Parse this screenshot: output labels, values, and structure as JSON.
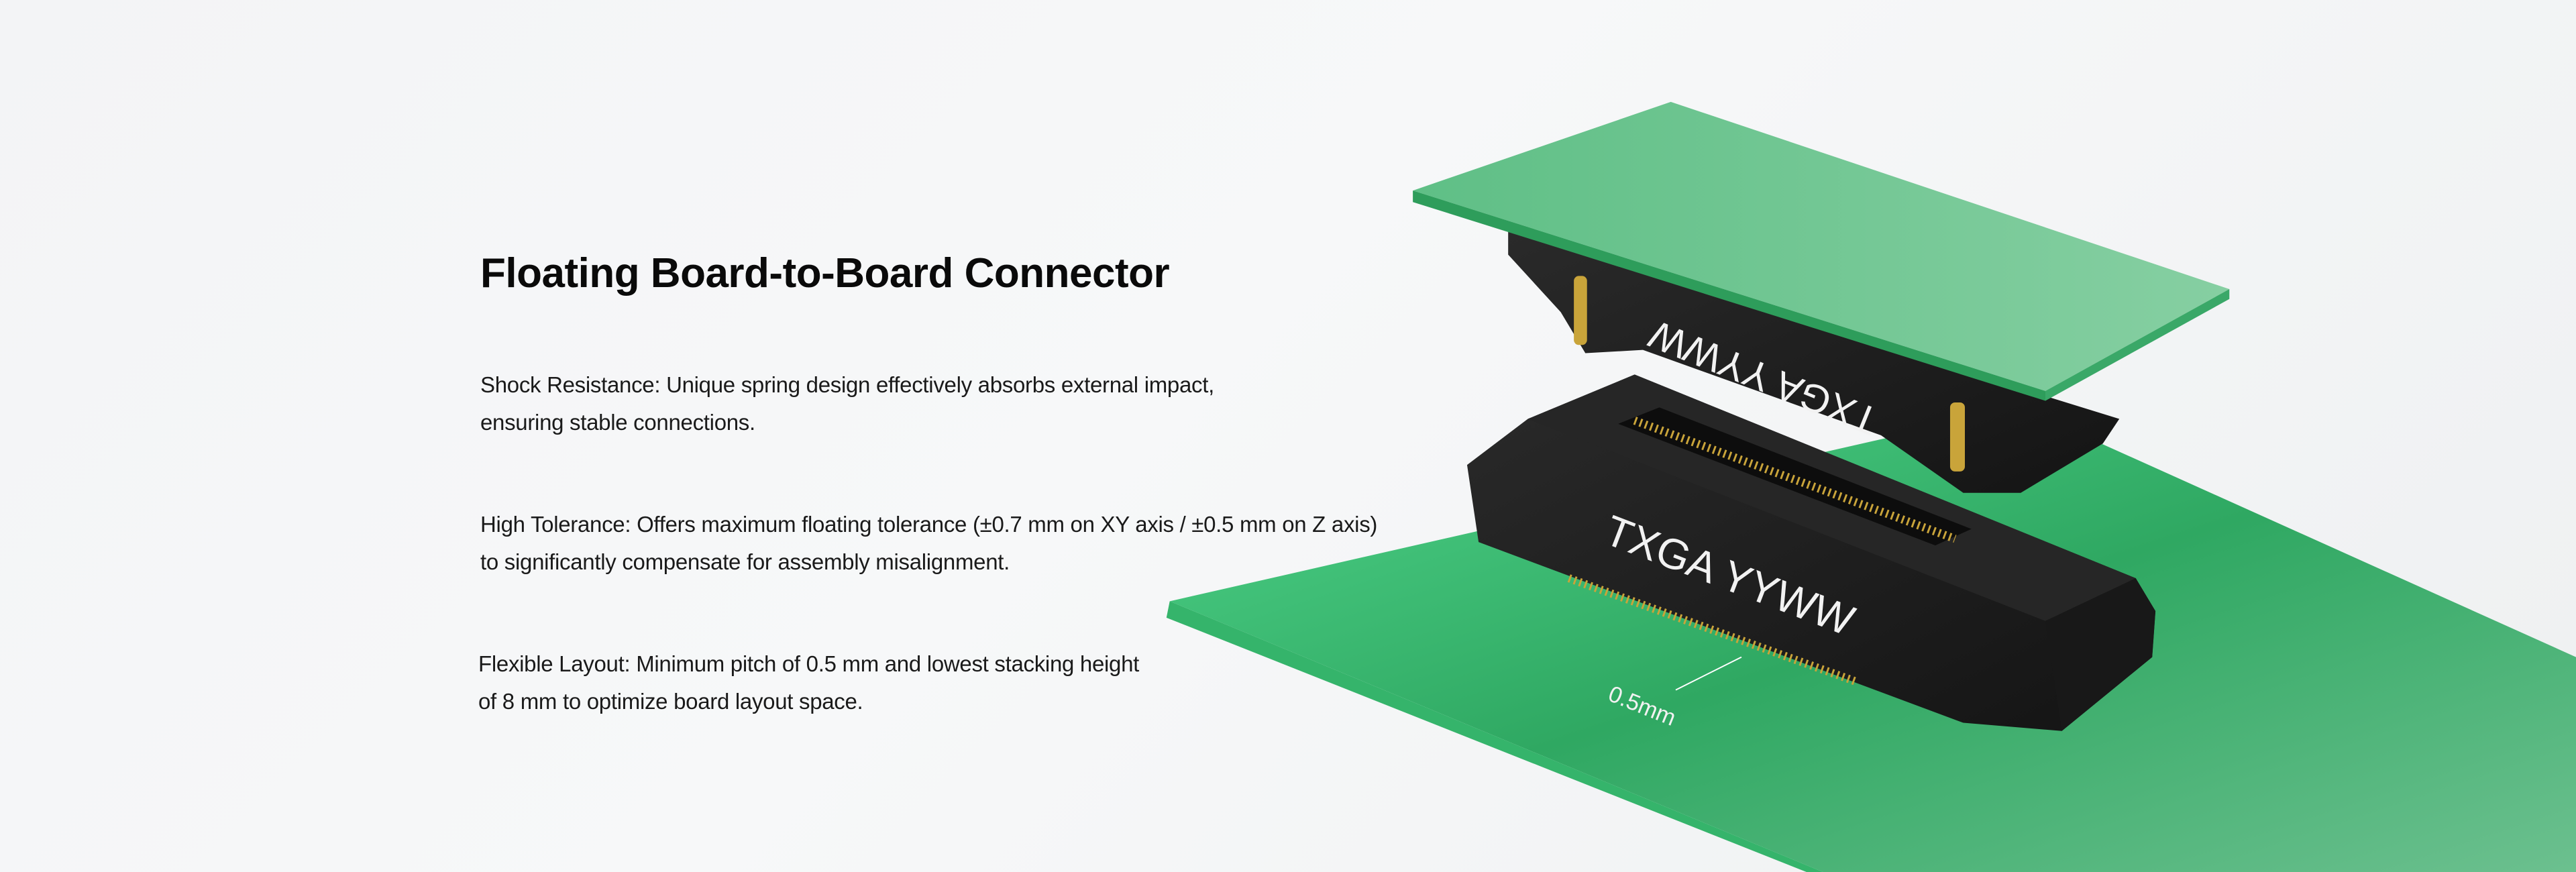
{
  "heading": "Floating Board-to-Board Connector",
  "features": [
    {
      "lines": [
        "Shock Resistance: Unique spring design effectively absorbs external impact,",
        "ensuring stable connections."
      ]
    },
    {
      "lines": [
        "High Tolerance: Offers maximum floating tolerance (±0.7 mm on XY axis / ±0.5 mm on Z axis)",
        "to significantly compensate for assembly misalignment."
      ]
    },
    {
      "lines": [
        "Flexible Layout: Minimum pitch of 0.5 mm and lowest stacking height",
        "of 8 mm to optimize board layout space."
      ]
    }
  ],
  "product_image": {
    "upper_marking": "TXGA  YYWW",
    "lower_marking": "TXGA  YYWW",
    "pitch_label": "0.5mm"
  },
  "colors": {
    "pcb": "#3fbf74",
    "connector": "#1c1c1c",
    "gold": "#c9a43a"
  }
}
